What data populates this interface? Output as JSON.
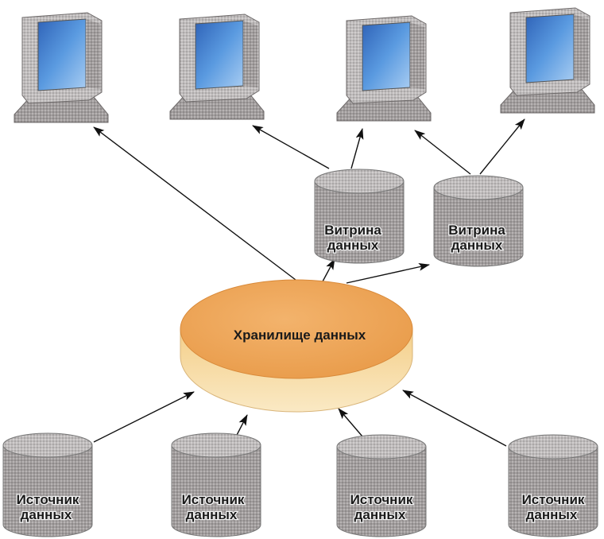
{
  "warehouse": {
    "label": "Хранилище данных"
  },
  "marts": [
    {
      "line1": "Витрина",
      "line2": "данных"
    },
    {
      "line1": "Витрина",
      "line2": "данных"
    }
  ],
  "sources": [
    {
      "line1": "Источник",
      "line2": "данных"
    },
    {
      "line1": "Источник",
      "line2": "данных"
    },
    {
      "line1": "Источник",
      "line2": "данных"
    },
    {
      "line1": "Источник",
      "line2": "данных"
    }
  ],
  "computers": [
    {
      "icon": "computer-icon"
    },
    {
      "icon": "computer-icon"
    },
    {
      "icon": "computer-icon"
    },
    {
      "icon": "computer-icon"
    }
  ],
  "colors": {
    "cylinder_gray": "#9e9a9a",
    "warehouse_top": "#f0a85a",
    "warehouse_side": "#f6d89a",
    "screen_blue": "#4a88d8",
    "arrow": "#111111"
  }
}
